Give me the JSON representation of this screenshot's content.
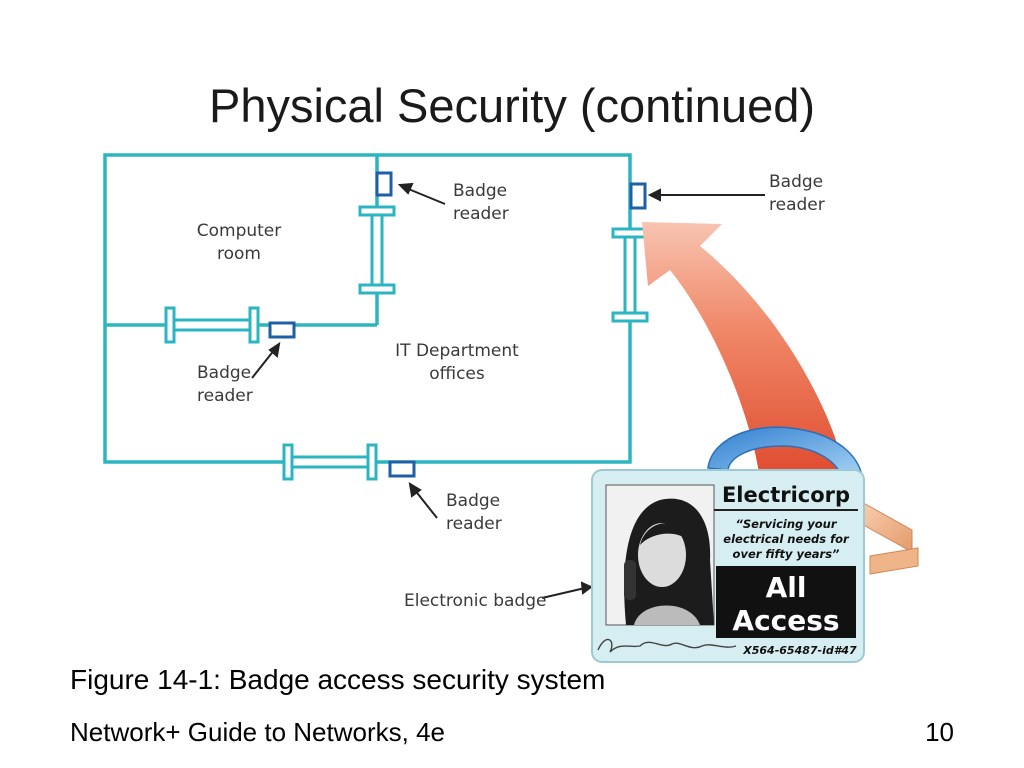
{
  "slide": {
    "title": "Physical Security (continued)",
    "caption": "Figure 14-1: Badge access security system",
    "footer_left": "Network+ Guide to Networks, 4e",
    "page_number": "10"
  },
  "diagram": {
    "rooms": {
      "computer_room": [
        "Computer",
        "room"
      ],
      "it_offices": [
        "IT Department",
        "offices"
      ]
    },
    "badge_reader_label": [
      "Badge",
      "reader"
    ],
    "electronic_badge_label": "Electronic badge",
    "badge_card": {
      "company": "Electricorp",
      "slogan": [
        "“Servicing your",
        "electrical needs for",
        "over fifty years”"
      ],
      "access": [
        "All",
        "Access"
      ],
      "id_number": "X564-65487-id#47"
    },
    "colors": {
      "wall": "#2bb5c0",
      "reader": "#1f5fa6",
      "arrow": "#e8684a",
      "card": "#d6eef2",
      "access_box": "#111111"
    }
  }
}
